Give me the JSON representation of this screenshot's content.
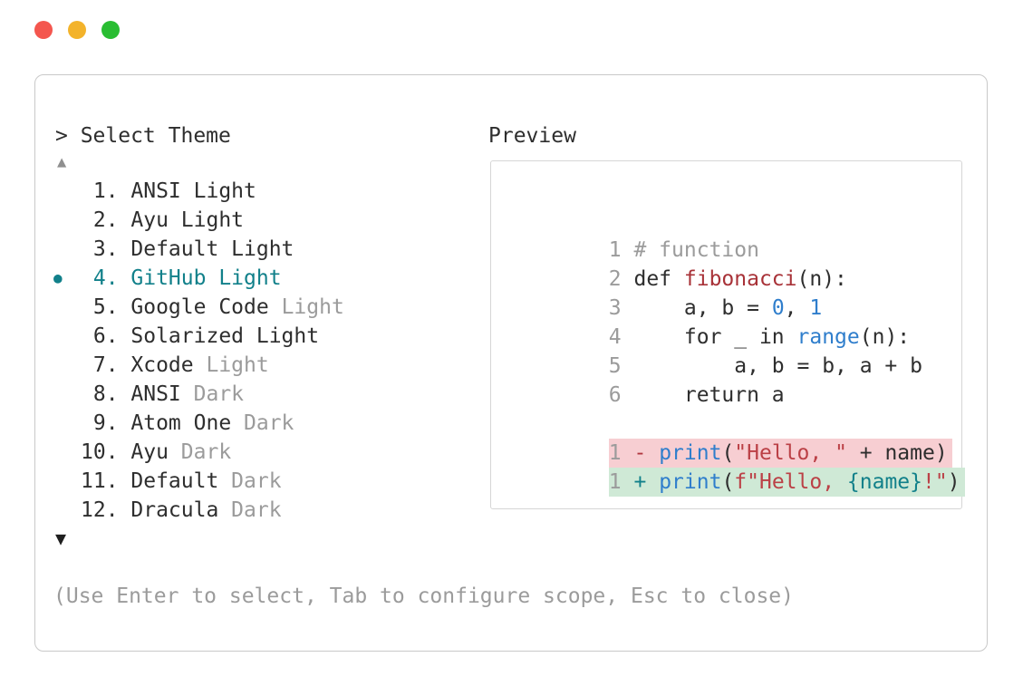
{
  "window": {
    "controls": [
      {
        "name": "close",
        "color": "#f4564e"
      },
      {
        "name": "minimize",
        "color": "#f3b32b"
      },
      {
        "name": "zoom",
        "color": "#29bd32"
      }
    ]
  },
  "selector": {
    "title": "> Select Theme",
    "scroll_up": "▲",
    "scroll_down": "▼",
    "bullet": "●",
    "items": [
      {
        "num": " 1. ",
        "name": "ANSI Light",
        "muted": "",
        "selected": false
      },
      {
        "num": " 2. ",
        "name": "Ayu Light",
        "muted": "",
        "selected": false
      },
      {
        "num": " 3. ",
        "name": "Default Light",
        "muted": "",
        "selected": false
      },
      {
        "num": " 4. ",
        "name": "GitHub Light",
        "muted": "",
        "selected": true
      },
      {
        "num": " 5. ",
        "name": "Google Code ",
        "muted": "Light",
        "selected": false
      },
      {
        "num": " 6. ",
        "name": "Solarized Light",
        "muted": "",
        "selected": false
      },
      {
        "num": " 7. ",
        "name": "Xcode ",
        "muted": "Light",
        "selected": false
      },
      {
        "num": " 8. ",
        "name": "ANSI ",
        "muted": "Dark",
        "selected": false
      },
      {
        "num": " 9. ",
        "name": "Atom One ",
        "muted": "Dark",
        "selected": false
      },
      {
        "num": "10. ",
        "name": "Ayu ",
        "muted": "Dark",
        "selected": false
      },
      {
        "num": "11. ",
        "name": "Default ",
        "muted": "Dark",
        "selected": false
      },
      {
        "num": "12. ",
        "name": "Dracula ",
        "muted": "Dark",
        "selected": false
      }
    ],
    "help": "(Use Enter to select, Tab to configure scope, Esc to close)"
  },
  "preview": {
    "title": "Preview",
    "lines": [
      {
        "tokens": [
          {
            "text": "1 ",
            "type": "tok-ln"
          },
          {
            "text": "# function",
            "type": "tok-cm"
          }
        ]
      },
      {
        "tokens": [
          {
            "text": "2 ",
            "type": "tok-ln"
          },
          {
            "text": "def ",
            "type": "tok-pl"
          },
          {
            "text": "fibonacci",
            "type": "tok-df"
          },
          {
            "text": "(n):",
            "type": "tok-pl"
          }
        ]
      },
      {
        "tokens": [
          {
            "text": "3 ",
            "type": "tok-ln"
          },
          {
            "text": "    a, b = ",
            "type": "tok-pl"
          },
          {
            "text": "0",
            "type": "tok-nu"
          },
          {
            "text": ", ",
            "type": "tok-pl"
          },
          {
            "text": "1",
            "type": "tok-nu"
          }
        ]
      },
      {
        "tokens": [
          {
            "text": "4 ",
            "type": "tok-ln"
          },
          {
            "text": "    for _ in ",
            "type": "tok-pl"
          },
          {
            "text": "range",
            "type": "tok-fn"
          },
          {
            "text": "(n):",
            "type": "tok-pl"
          }
        ]
      },
      {
        "tokens": [
          {
            "text": "5 ",
            "type": "tok-ln"
          },
          {
            "text": "        a, b = b, a + b",
            "type": "tok-pl"
          }
        ]
      },
      {
        "tokens": [
          {
            "text": "6 ",
            "type": "tok-ln"
          },
          {
            "text": "    return a",
            "type": "tok-pl"
          }
        ]
      }
    ],
    "diff": [
      {
        "kind": "removed",
        "tokens": [
          {
            "text": "1 ",
            "type": "tok-ln"
          },
          {
            "text": "- ",
            "type": "tok-rm"
          },
          {
            "text": "print",
            "type": "tok-fn"
          },
          {
            "text": "(",
            "type": "tok-pl"
          },
          {
            "text": "\"Hello, \"",
            "type": "tok-st"
          },
          {
            "text": " + name)",
            "type": "tok-pl"
          }
        ]
      },
      {
        "kind": "added",
        "tokens": [
          {
            "text": "1 ",
            "type": "tok-ln"
          },
          {
            "text": "+ ",
            "type": "tok-ad"
          },
          {
            "text": "print",
            "type": "tok-fn"
          },
          {
            "text": "(",
            "type": "tok-pl"
          },
          {
            "text": "f\"Hello, ",
            "type": "tok-st"
          },
          {
            "text": "{name}",
            "type": "tok-ip"
          },
          {
            "text": "!\"",
            "type": "tok-st"
          },
          {
            "text": ")",
            "type": "tok-pl"
          }
        ]
      }
    ]
  },
  "palette": {
    "background": "#ffffff",
    "panel_border": "#c9c9c9",
    "preview_border": "#d6d6d6",
    "text": "#2e2e2e",
    "muted": "#9b9b9b",
    "selected_teal": "#11808a",
    "syntax_blue": "#2f7ecc",
    "function_def_red": "#a83238",
    "string_red": "#bb4046",
    "removed_bg": "#f7ced2",
    "added_bg": "#cfe9d6",
    "removed_marker": "#b0373f",
    "added_marker": "#11808a",
    "traffic_red": "#f4564e",
    "traffic_yellow": "#f3b32b",
    "traffic_green": "#29bd32"
  }
}
